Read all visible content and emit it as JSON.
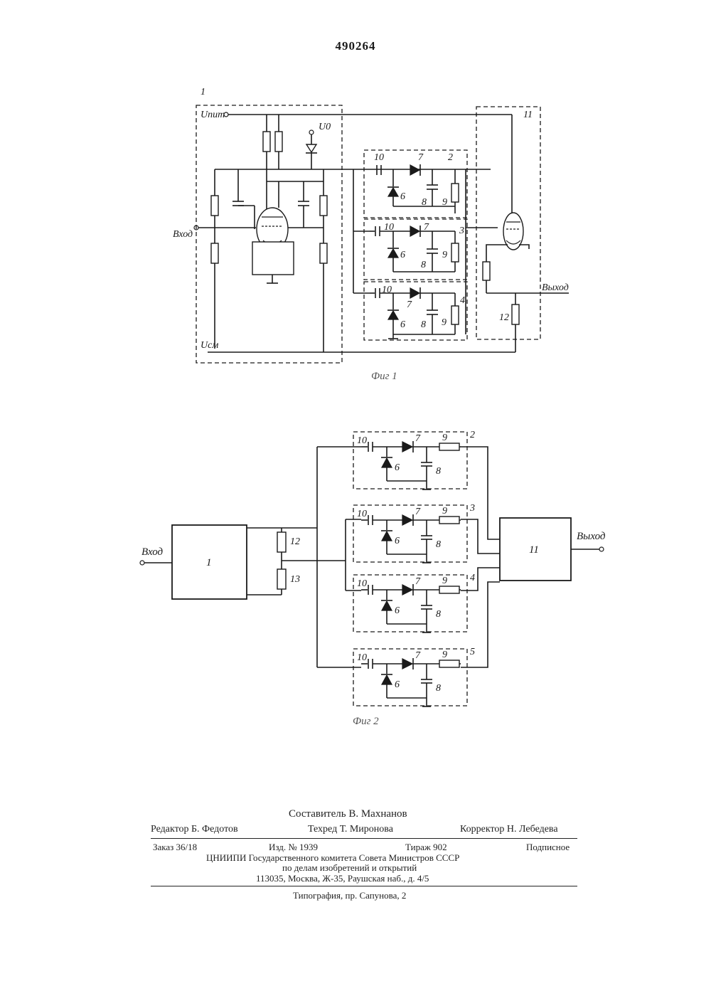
{
  "patent_number": "490264",
  "fig1": {
    "caption": "Фиг 1",
    "block_label": "1",
    "u_pit": "Uпит",
    "u_0": "U0",
    "u_sm": "Uсм",
    "input": "Вход",
    "output": "Выход",
    "channel_numbers": [
      "2",
      "3",
      "4"
    ],
    "out_block": "11",
    "resistor_12": "12",
    "component_labels": [
      "10",
      "7",
      "6",
      "8",
      "9"
    ]
  },
  "fig2": {
    "caption": "Фиг 2",
    "input": "Вход",
    "output": "Выход",
    "block_1": "1",
    "block_11": "11",
    "resistor_12": "12",
    "resistor_13": "13",
    "channel_numbers": [
      "2",
      "3",
      "4",
      "5"
    ],
    "component_labels": [
      "10",
      "7",
      "9",
      "6",
      "8"
    ]
  },
  "footer": {
    "compiler": "Составитель В. Махнанов",
    "editor": "Редактор Б. Федотов",
    "techred": "Техред Т. Миронова",
    "corrector": "Корректор Н. Лебедева",
    "order": "Заказ 36/18",
    "izd": "Изд. № 1939",
    "tirazh": "Тираж 902",
    "podpisnoe": "Подписное",
    "org1": "ЦНИИПИ Государственного комитета Совета Министров СССР",
    "org2": "по делам изобретений и открытий",
    "org3": "113035, Москва, Ж-35, Раушская наб., д. 4/5",
    "printer": "Типография, пр. Сапунова, 2"
  }
}
